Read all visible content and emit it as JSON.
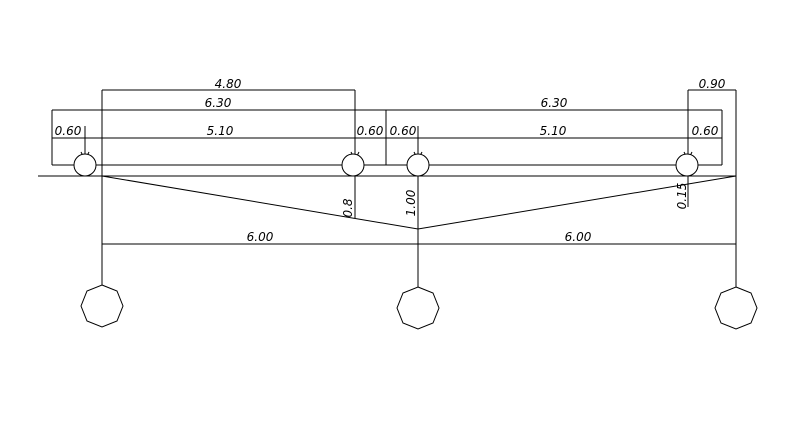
{
  "drawing": {
    "dimensions_top": {
      "outer_span": "4.80",
      "left_span": "6.30",
      "right_span": "6.30",
      "right_offset": "0.90",
      "left_edge_1": "0.60",
      "left_mid": "5.10",
      "left_edge_2": "0.60",
      "right_edge_1": "0.60",
      "right_mid": "5.10",
      "right_edge_2": "0.60"
    },
    "dimensions_vertical": {
      "drop_a": "0.8",
      "drop_b": "1.00",
      "drop_c": "0.15"
    },
    "dimensions_bottom": {
      "left_pile_spacing": "6.00",
      "right_pile_spacing": "6.00"
    }
  }
}
